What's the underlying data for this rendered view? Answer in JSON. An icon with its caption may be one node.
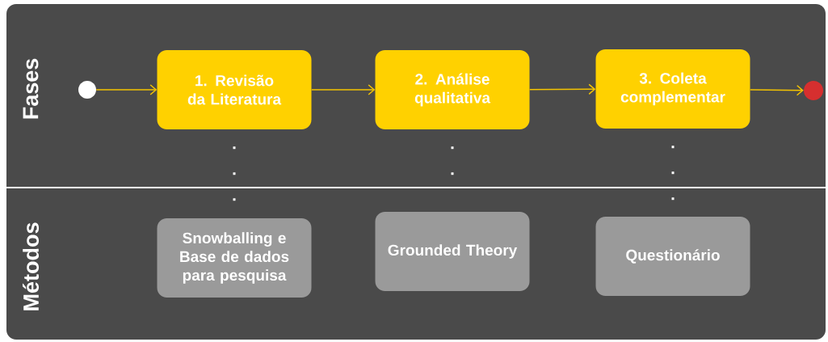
{
  "diagram": {
    "nodes": [
      {
        "text": [],
        "shape": "circle"
      },
      {
        "text": [
          "1. Revisão da Literatura"
        ]
      },
      {
        "text": [
          "2. Análise qualitativa"
        ]
      },
      {
        "text": [
          "3. Coleta complementar"
        ]
      },
      {
        "text": [],
        "shape": "circle"
      },
      {
        "text": [
          "Snowballing e Base de dados para pesquisa"
        ]
      },
      {
        "text": [
          "Grounded Theory"
        ]
      },
      {
        "text": [
          "Questionário"
        ]
      }
    ],
    "edges": [
      {
        "from": 0,
        "to": 1,
        "arrow": "to"
      },
      {
        "from": 1,
        "to": 2,
        "arrow": "to"
      },
      {
        "from": 2,
        "to": 3,
        "arrow": "to"
      },
      {
        "from": 3,
        "to": 4,
        "arrow": "to"
      },
      {
        "from": 1,
        "to": 5,
        "arrow": "none",
        "style": "dashed",
        "color": "#ffffff"
      },
      {
        "from": 2,
        "to": 6,
        "arrow": "none",
        "style": "dashed",
        "color": "#ffffff"
      },
      {
        "from": 3,
        "to": 7,
        "arrow": "none",
        "style": "dashed",
        "color": "#ffffff"
      }
    ],
    "labels": [
      "Fases",
      "Métodos"
    ]
  }
}
